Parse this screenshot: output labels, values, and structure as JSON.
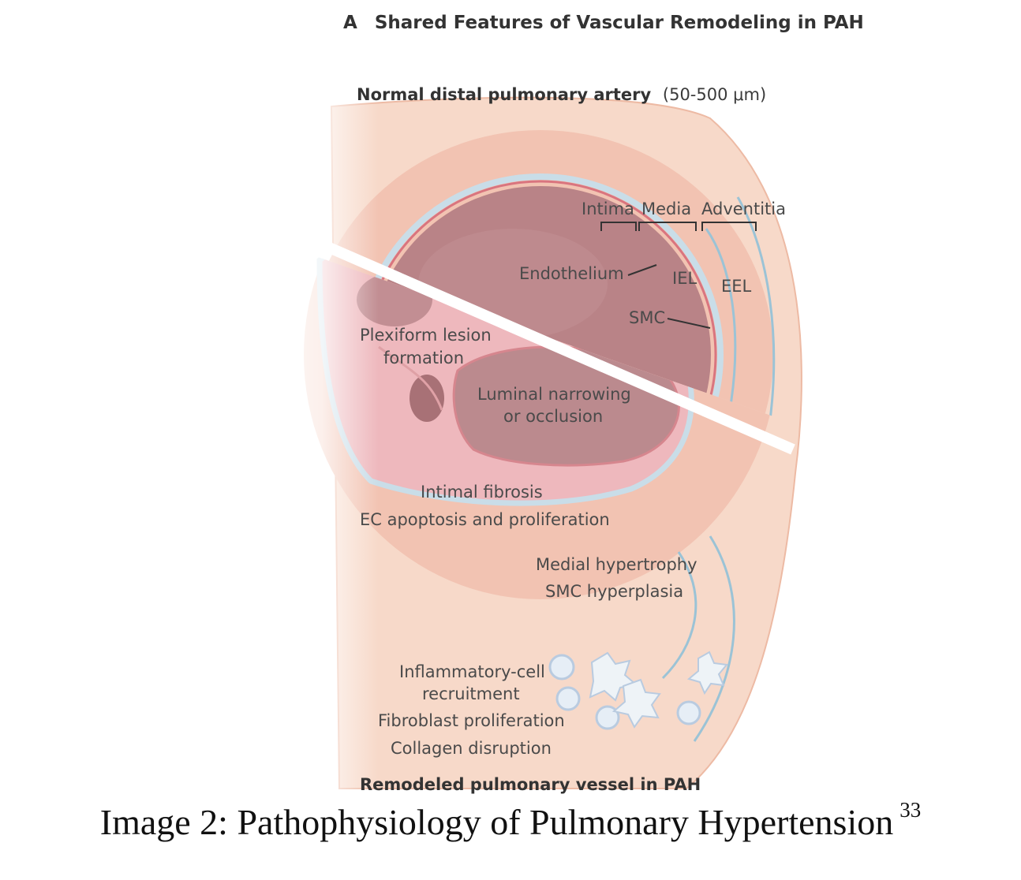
{
  "panel": {
    "letter": "A",
    "title": "Shared Features of Vascular Remodeling in PAH"
  },
  "normal_section": {
    "heading": "Normal distal pulmonary artery",
    "size_range": "(50-500 μm)",
    "layers": {
      "intima": "Intima",
      "media": "Media",
      "adventitia": "Adventitia"
    },
    "labels": {
      "endothelium": "Endothelium",
      "iel": "IEL",
      "eel": "EEL",
      "smc": "SMC"
    }
  },
  "remodeled_section": {
    "heading": "Remodeled pulmonary vessel in PAH",
    "labels": {
      "plexiform_1": "Plexiform lesion",
      "plexiform_2": "formation",
      "luminal_1": "Luminal narrowing",
      "luminal_2": "or occlusion",
      "intimal_fibrosis": "Intimal fibrosis",
      "ec_apoptosis": "EC apoptosis and proliferation",
      "medial_hypertrophy": "Medial hypertrophy",
      "smc_hyperplasia": "SMC hyperplasia",
      "inflammatory_1": "Inflammatory-cell",
      "inflammatory_2": "recruitment",
      "fibroblast": "Fibroblast proliferation",
      "collagen": "Collagen disruption"
    }
  },
  "caption": {
    "text": "Image 2: Pathophysiology of Pulmonary Hypertension",
    "ref": "33"
  },
  "colors": {
    "adventitia": "#f7d9c9",
    "media": "#f2c3b2",
    "elastic_lamina": "#c9dde8",
    "normal_lumen": "#b98387",
    "remodeled_intima": "#eeb8bd",
    "remodeled_lumen": "#bb8a8e"
  }
}
